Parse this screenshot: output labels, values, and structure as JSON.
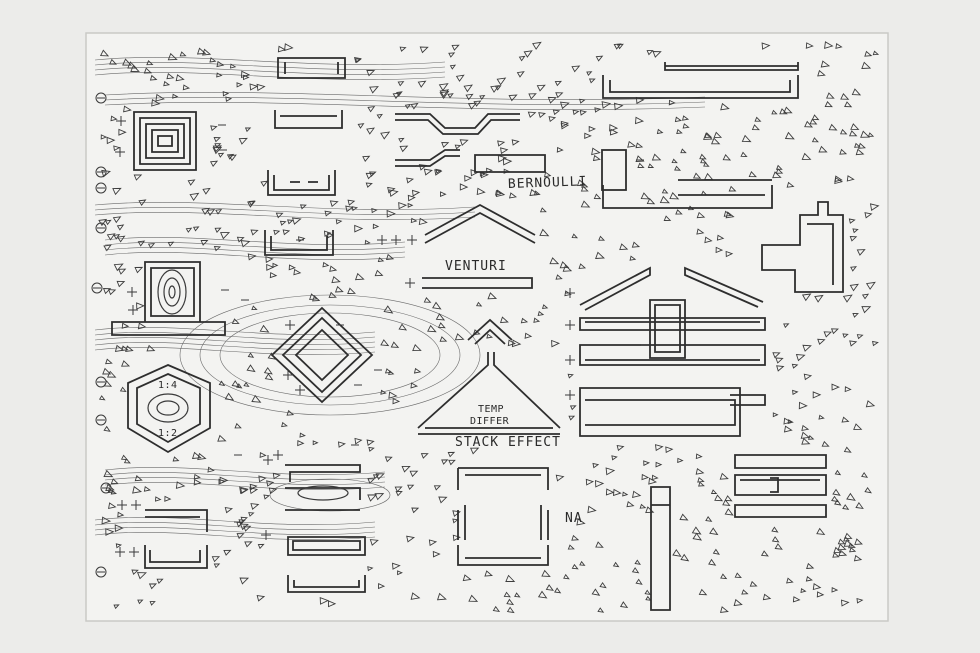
{
  "labels": {
    "bernoulli": "BERNOULLI",
    "venturi": "VENTURI",
    "temp": "TEMP",
    "differ": "DIFFER",
    "stack_effect": "STACK EFFECT",
    "na": "NA",
    "ratio_top": "1:4",
    "ratio_bottom": "1:2"
  },
  "colors": {
    "paper": "#f3f3f1",
    "background": "#ececea",
    "ink": "#2e2e2e"
  },
  "symbols": {
    "plus": "+",
    "minus": "−",
    "negative_marker": "⊖"
  }
}
